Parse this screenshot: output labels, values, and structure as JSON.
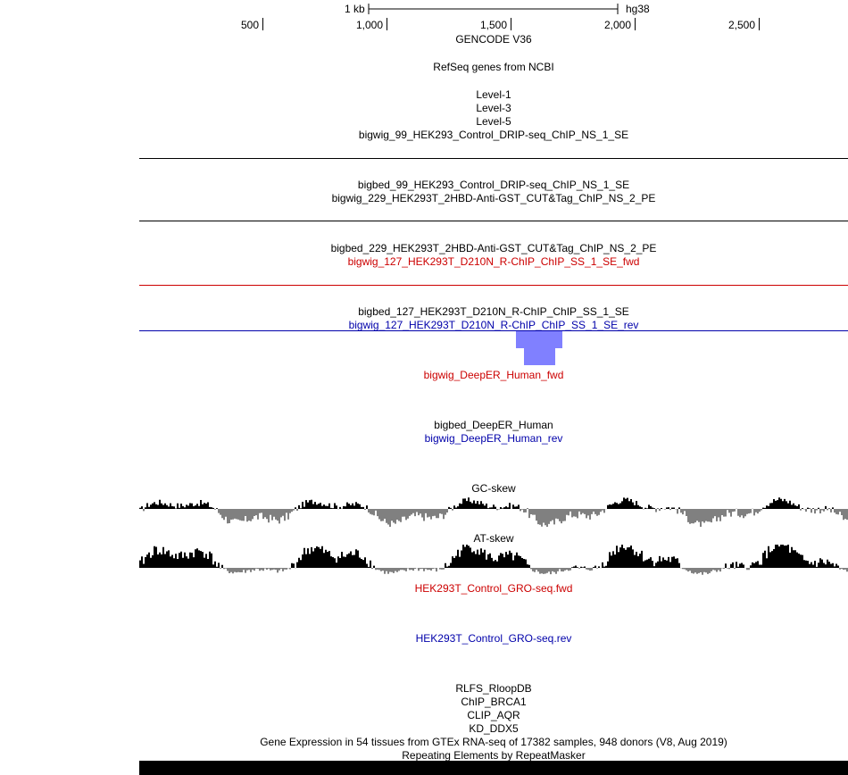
{
  "ruler": {
    "scale_label": "1 kb",
    "assembly": "hg38",
    "ticks": [
      "500",
      "1,000",
      "1,500",
      "2,000",
      "2,500"
    ]
  },
  "tracks": {
    "gencode": "GENCODE V36",
    "refseq": "RefSeq genes from NCBI",
    "level1": "Level-1",
    "level3": "Level-3",
    "level5": "Level-5",
    "bigwig_99": "bigwig_99_HEK293_Control_DRIP-seq_ChIP_NS_1_SE",
    "bigbed_99": "bigbed_99_HEK293_Control_DRIP-seq_ChIP_NS_1_SE",
    "bigwig_229": "bigwig_229_HEK293T_2HBD-Anti-GST_CUT&Tag_ChIP_NS_2_PE",
    "bigbed_229": "bigbed_229_HEK293T_2HBD-Anti-GST_CUT&Tag_ChIP_NS_2_PE",
    "bigwig_127_fwd": "bigwig_127_HEK293T_D210N_R-ChIP_ChIP_SS_1_SE_fwd",
    "bigbed_127": "bigbed_127_HEK293T_D210N_R-ChIP_ChIP_SS_1_SE",
    "bigwig_127_rev": "bigwig_127_HEK293T_D210N_R-ChIP_ChIP_SS_1_SE_rev",
    "deeper_fwd": "bigwig_DeepER_Human_fwd",
    "deeper_bed": "bigbed_DeepER_Human",
    "deeper_rev": "bigwig_DeepER_Human_rev",
    "gc_skew": "GC-skew",
    "at_skew": "AT-skew",
    "gro_fwd": "HEK293T_Control_GRO-seq.fwd",
    "gro_rev": "HEK293T_Control_GRO-seq.rev",
    "rlfs": "RLFS_RloopDB",
    "chip_brca1": "ChIP_BRCA1",
    "clip_aqr": "CLIP_AQR",
    "kd_ddx5": "KD_DDX5",
    "gtex": "Gene Expression in 54 tissues from GTEx RNA-seq of 17382 samples, 948 donors (V8, Aug 2019)",
    "repeatmasker": "Repeating Elements by RepeatMasker"
  },
  "colors": {
    "black": "#000000",
    "fwd": "#cc0000",
    "rev": "#0000aa",
    "signal_blue": "#8080ff",
    "skew_neg": "#808080"
  }
}
